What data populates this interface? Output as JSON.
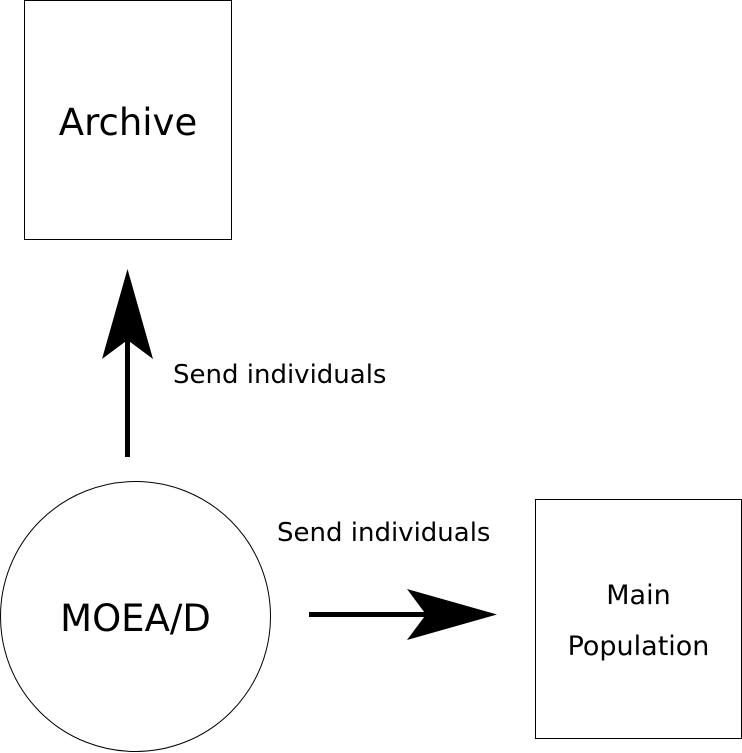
{
  "nodes": {
    "archive": {
      "label": "Archive"
    },
    "main_population": {
      "label_line1": "Main",
      "label_line2": "Population"
    },
    "moead": {
      "label": "MOEA/D"
    }
  },
  "edges": {
    "to_archive": {
      "label": "Send individuals"
    },
    "to_main_population": {
      "label": "Send individuals"
    }
  }
}
